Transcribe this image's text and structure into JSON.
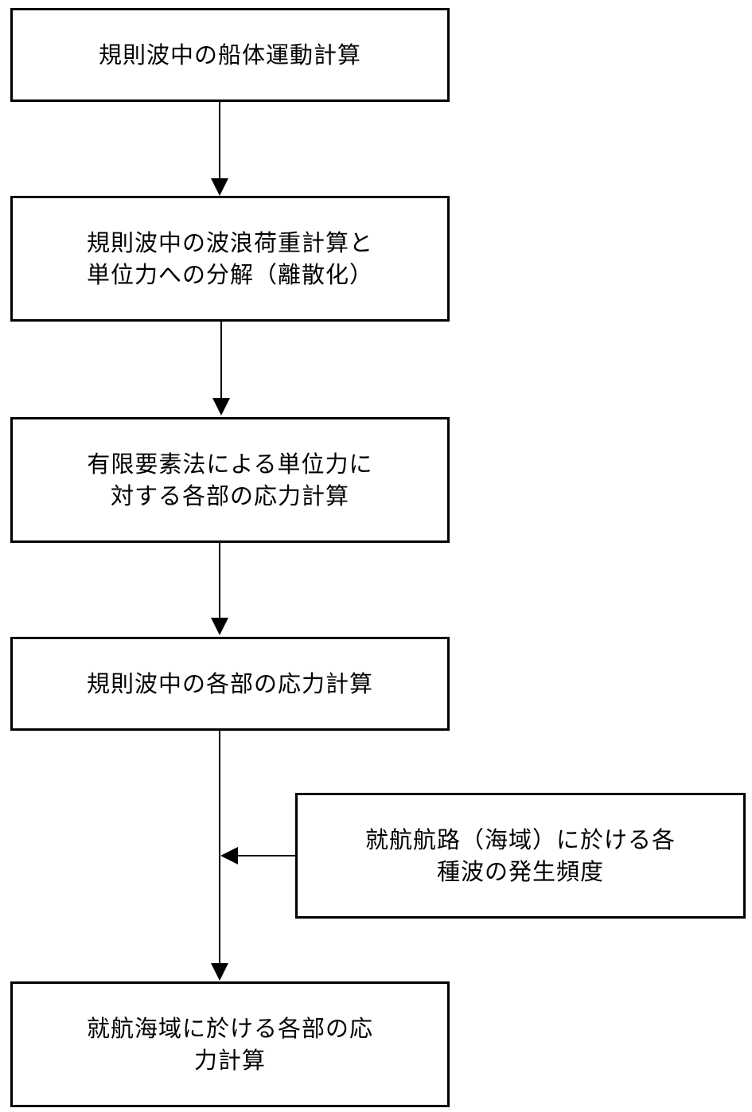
{
  "steps": [
    {
      "lines": [
        "規則波中の船体運動計算"
      ]
    },
    {
      "lines": [
        "規則波中の波浪荷重計算と",
        "単位力への分解（離散化）"
      ]
    },
    {
      "lines": [
        "有限要素法による単位力に",
        "対する各部の応力計算"
      ]
    },
    {
      "lines": [
        "規則波中の各部の応力計算"
      ]
    },
    {
      "lines": [
        "就航海域に於ける各部の応",
        "力計算"
      ]
    }
  ],
  "side_input": {
    "lines": [
      "就航航路（海域）に於ける各",
      "種波の発生頻度"
    ]
  }
}
